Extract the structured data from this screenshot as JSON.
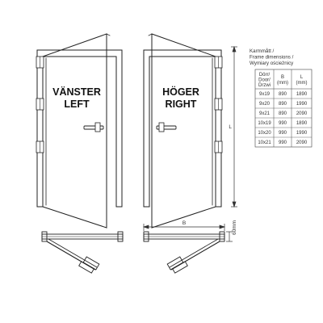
{
  "doors": {
    "left": {
      "line1": "VÄNSTER",
      "line2": "LEFT"
    },
    "right": {
      "line1": "HÖGER",
      "line2": "RIGHT"
    }
  },
  "dimensions": {
    "width_label": "B",
    "height_label": "L",
    "depth_label": "60mm"
  },
  "frame_table": {
    "caption": [
      "Karmmått /",
      "Frame dimensions /",
      "Wymiary ościeżnicy"
    ],
    "header": [
      [
        "Dörr/",
        "Door/",
        "Drzwi"
      ],
      [
        "B",
        "(mm)"
      ],
      [
        "L",
        "(mm)"
      ]
    ],
    "rows": [
      [
        "9x19",
        "890",
        "1890"
      ],
      [
        "9x20",
        "890",
        "1990"
      ],
      [
        "9x21",
        "890",
        "2090"
      ],
      [
        "10x19",
        "990",
        "1890"
      ],
      [
        "10x20",
        "990",
        "1990"
      ],
      [
        "10x21",
        "990",
        "2090"
      ]
    ]
  }
}
